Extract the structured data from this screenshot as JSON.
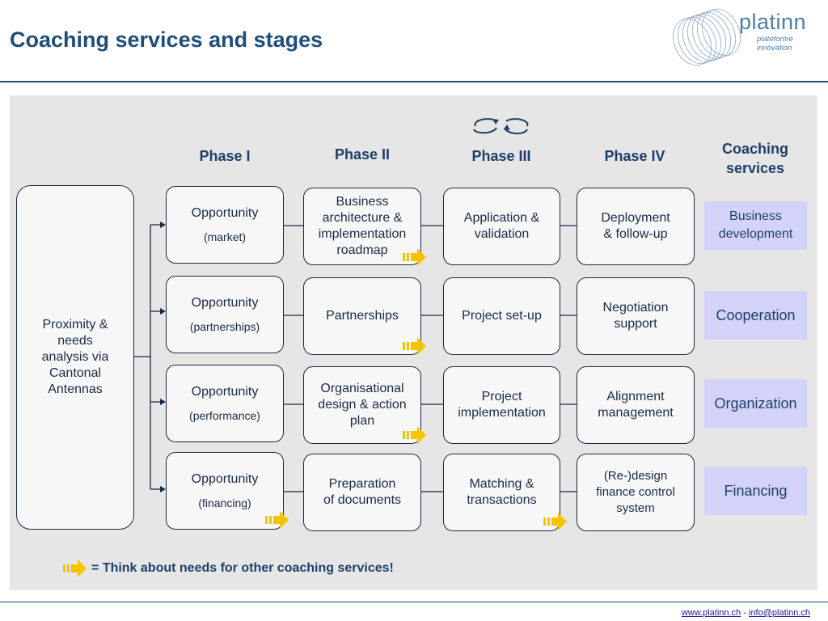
{
  "header": {
    "title": "Coaching services and stages"
  },
  "logo": {
    "name": "platinn",
    "tagline": "plateforme innovation"
  },
  "phases": [
    "Phase I",
    "Phase II",
    "Phase III",
    "Phase IV"
  ],
  "coaching_header": [
    "Coaching",
    "services"
  ],
  "start_box": [
    "Proximity &",
    "needs",
    "analysis via",
    "Cantonal",
    "Antennas"
  ],
  "rows": [
    {
      "phase1": {
        "title": "Opportunity",
        "sub": "(market)"
      },
      "phase2": [
        "Business",
        "architecture &",
        "implementation",
        "roadmap"
      ],
      "phase3": [
        "Application &",
        "validation"
      ],
      "phase4": [
        "Deployment",
        "& follow-up"
      ],
      "service": [
        "Business",
        "development"
      ]
    },
    {
      "phase1": {
        "title": "Opportunity",
        "sub": "(partnerships)"
      },
      "phase2": [
        "Partnerships"
      ],
      "phase3": [
        "Project set-up"
      ],
      "phase4": [
        "Negotiation",
        "support"
      ],
      "service": [
        "Cooperation"
      ]
    },
    {
      "phase1": {
        "title": "Opportunity",
        "sub": "(performance)"
      },
      "phase2": [
        "Organisational",
        "design & action",
        "plan"
      ],
      "phase3": [
        "Project",
        "implementation"
      ],
      "phase4": [
        "Alignment",
        "management"
      ],
      "service": [
        "Organization"
      ]
    },
    {
      "phase1": {
        "title": "Opportunity",
        "sub": "(financing)"
      },
      "phase2": [
        "Preparation",
        "of documents"
      ],
      "phase3": [
        "Matching &",
        "transactions"
      ],
      "phase4": [
        "(Re-)design",
        "finance control",
        "system"
      ],
      "service": [
        "Financing"
      ]
    }
  ],
  "legend": {
    "text": "= Think about needs for other coaching services!",
    "arrow_color": "#f5c400"
  },
  "footer": {
    "website": "www.platinn.ch",
    "separator": " - ",
    "email": "info@platinn.ch"
  },
  "colors": {
    "title": "#1f4e79",
    "service_fill": "#d3d3f9",
    "panel": "#e6e6e6"
  }
}
